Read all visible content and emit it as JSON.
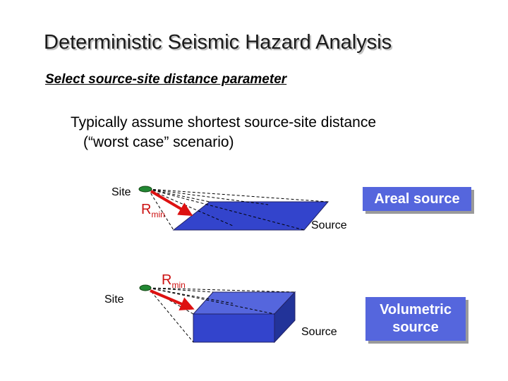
{
  "slide": {
    "title": "Deterministic Seismic Hazard Analysis",
    "subtitle": "Select source-site distance parameter",
    "body_line1": "Typically assume shortest source-site distance",
    "body_line2": "(“worst case” scenario)"
  },
  "areal_diagram": {
    "site_label": "Site",
    "r_label": "R",
    "r_subscript": "min",
    "source_label": "Source",
    "box_label": "Areal source"
  },
  "volumetric_diagram": {
    "site_label": "Site",
    "r_label": "R",
    "r_subscript": "min",
    "source_label": "Source",
    "box_label_line1": "Volumetric",
    "box_label_line2": "source"
  },
  "colors": {
    "source_fill": "#3344cc",
    "source_top": "#5566dd",
    "source_side": "#223399",
    "site_marker": "#228833",
    "rmin_arrow": "#dd1111"
  }
}
